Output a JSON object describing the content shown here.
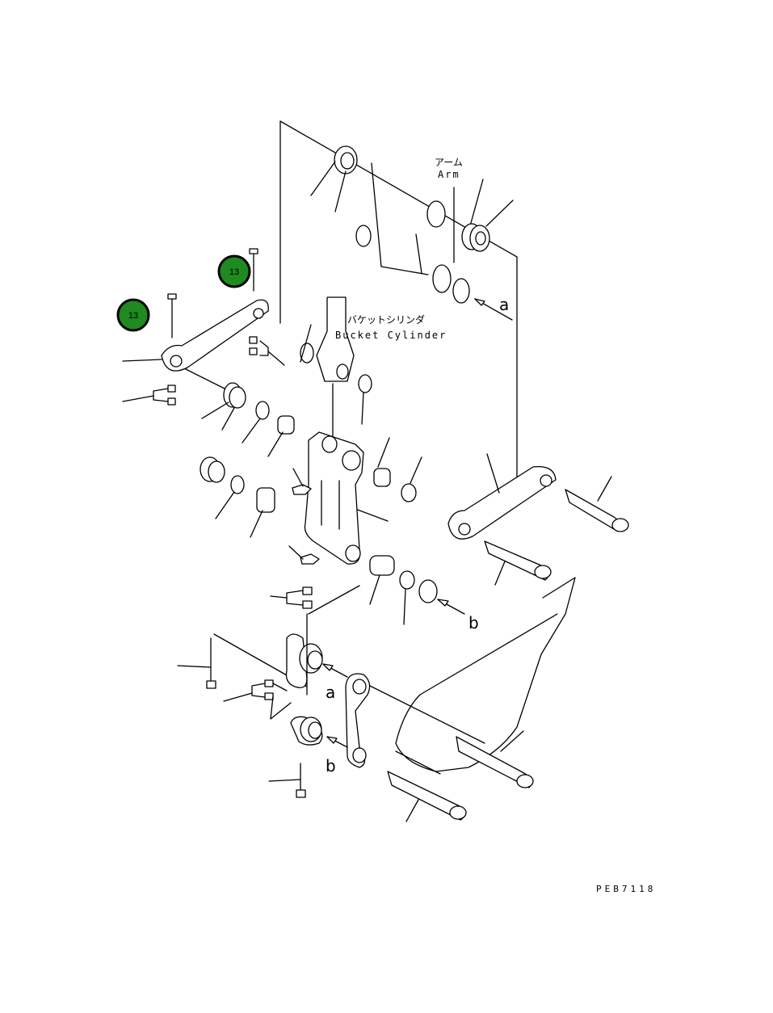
{
  "labels": {
    "arm_jp": "アーム",
    "arm_en": "Arm",
    "cylinder_jp": "バケットシリンダ",
    "cylinder_en": "Bucket Cylinder",
    "ref_a_top": "a",
    "ref_b_mid": "b",
    "ref_a_low": "a",
    "ref_b_low": "b"
  },
  "callouts": [
    {
      "number": "13"
    },
    {
      "number": "13"
    }
  ],
  "drawing_code": "PEB7118",
  "colors": {
    "callout_fill": "#1f8a1f",
    "line": "#000000",
    "background": "#ffffff"
  }
}
